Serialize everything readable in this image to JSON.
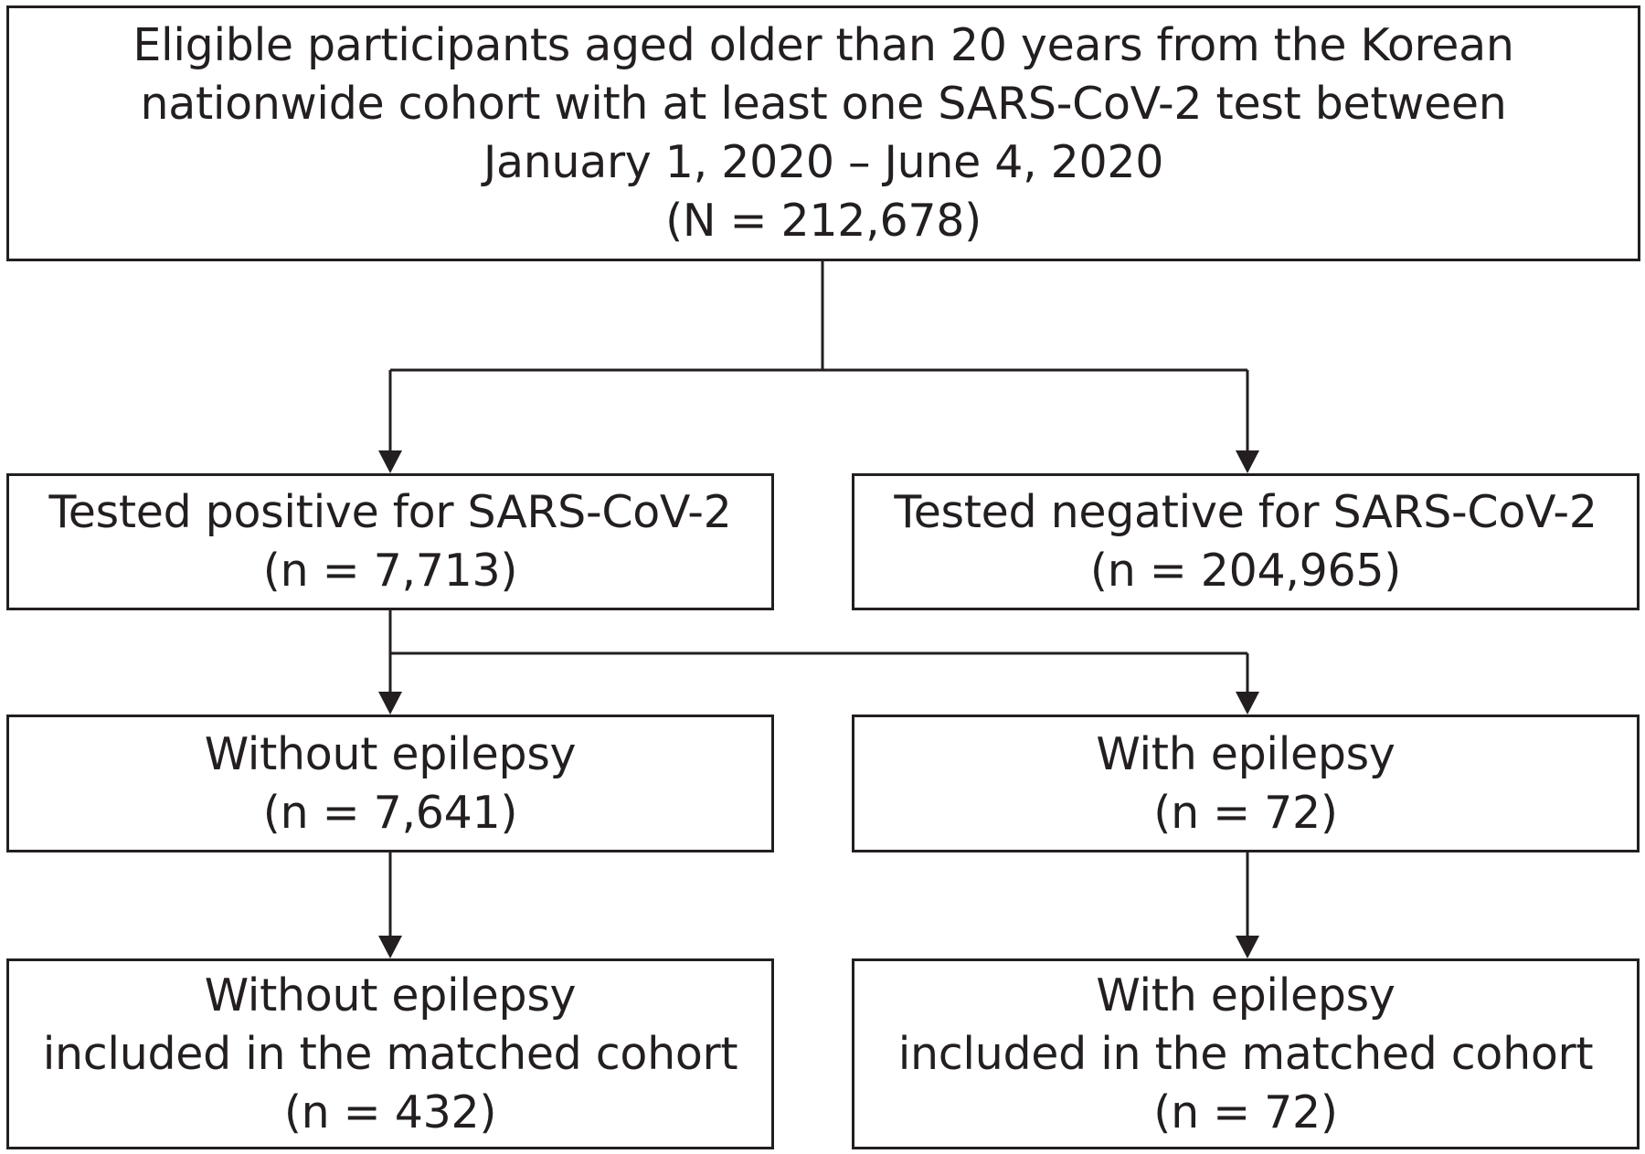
{
  "flowchart": {
    "eligible": {
      "lines": [
        "Eligible participants aged older than 20 years from the Korean",
        "nationwide cohort with at least one SARS-CoV-2 test between",
        "January 1, 2020 – June 4, 2020",
        "(N = 212,678)"
      ]
    },
    "positive": {
      "lines": [
        "Tested positive for SARS-CoV-2",
        "(n = 7,713)"
      ]
    },
    "negative": {
      "lines": [
        "Tested negative for SARS-CoV-2",
        "(n = 204,965)"
      ]
    },
    "without_epilepsy": {
      "lines": [
        "Without epilepsy",
        "(n = 7,641)"
      ]
    },
    "with_epilepsy": {
      "lines": [
        "With epilepsy",
        "(n = 72)"
      ]
    },
    "without_matched": {
      "lines": [
        "Without epilepsy",
        "included in the matched cohort",
        "(n = 432)"
      ]
    },
    "with_matched": {
      "lines": [
        "With epilepsy",
        "included in the matched cohort",
        "(n = 72)"
      ]
    }
  }
}
